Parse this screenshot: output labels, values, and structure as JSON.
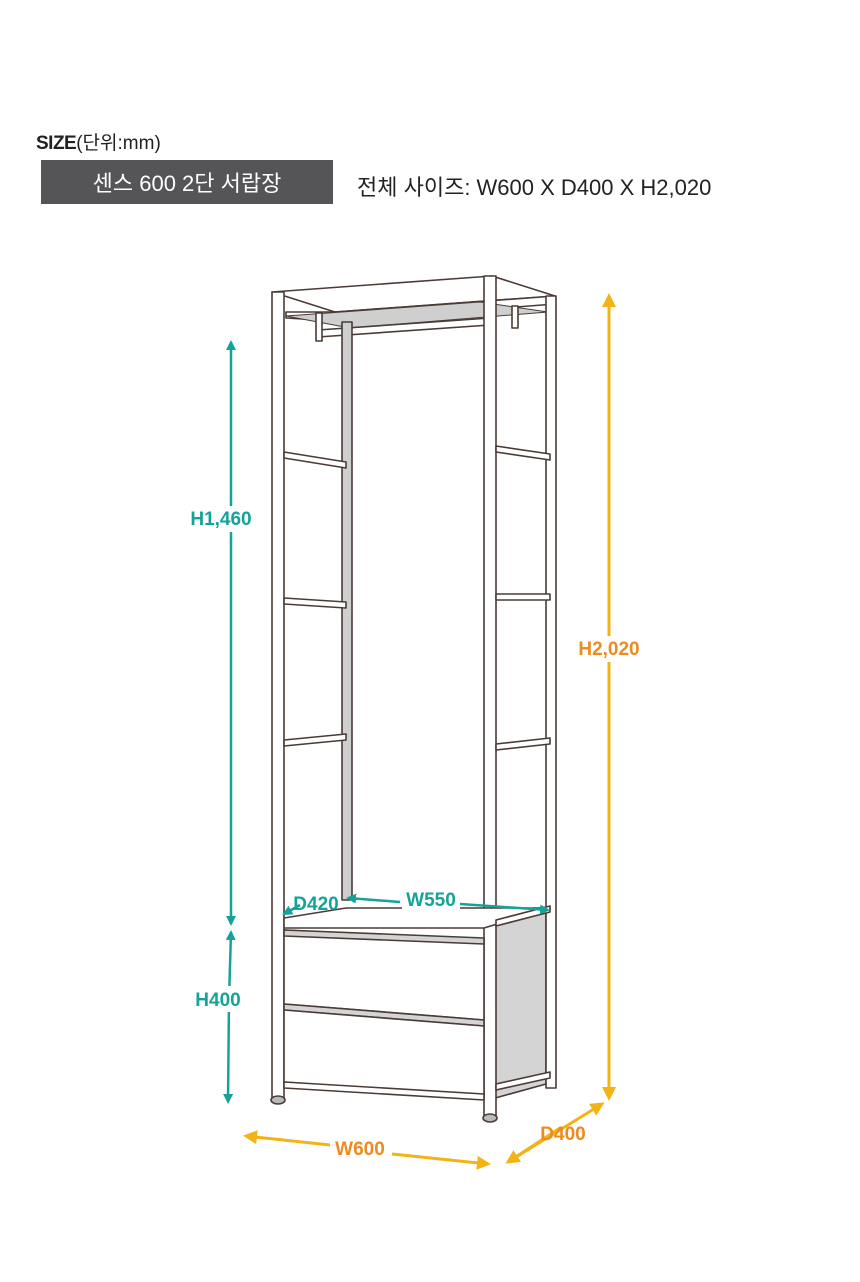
{
  "header": {
    "size_title": "SIZE",
    "size_unit": "(단위:mm)",
    "product_name": "센스 600 2단 서랍장",
    "overall_size": "전체 사이즈: W600 X D400 X H2,020"
  },
  "dimensions": {
    "upper_height": "H1,460",
    "total_height": "H2,020",
    "drawer_height": "H400",
    "inner_depth": "D420",
    "inner_width": "W550",
    "outer_width": "W600",
    "outer_depth": "D400"
  },
  "colors": {
    "teal": "#14A39A",
    "yellow": "#F2B415",
    "orange": "#EE8A1E",
    "frame": "#4a3b36",
    "badge": "#555558"
  }
}
